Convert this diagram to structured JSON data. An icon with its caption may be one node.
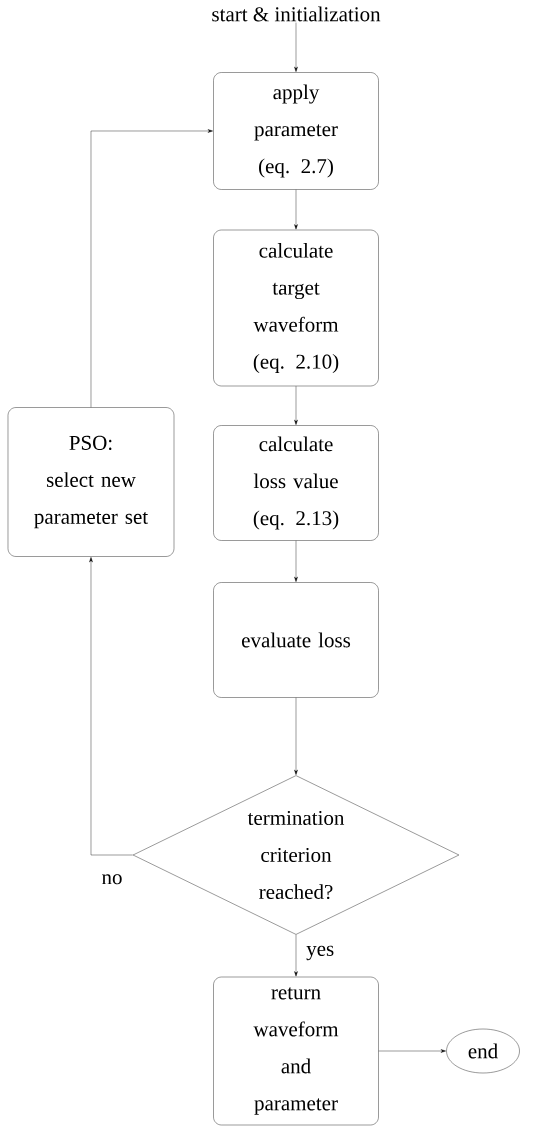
{
  "diagram": {
    "nodes": [
      {
        "text": [
          "start & initialization"
        ]
      },
      {
        "text": [
          "apply parameter (eq. 2.7)"
        ]
      },
      {
        "text": [
          "calculate target waveform (eq. 2.10)"
        ]
      },
      {
        "text": [
          "calculate loss value (eq. 2.13)"
        ]
      },
      {
        "text": [
          "evaluate loss"
        ]
      },
      {
        "text": [
          "termination criterion reached?"
        ]
      },
      {
        "text": [
          "PSO: select new parameter set"
        ]
      },
      {
        "text": [
          "return waveform and parameter"
        ]
      },
      {
        "text": [
          "end"
        ]
      }
    ],
    "edges": [
      {
        "from": 0,
        "to": 1,
        "arrow": "to"
      },
      {
        "from": 1,
        "to": 2,
        "arrow": "to"
      },
      {
        "from": 2,
        "to": 3,
        "arrow": "to"
      },
      {
        "from": 3,
        "to": 4,
        "arrow": "to"
      },
      {
        "from": 4,
        "to": 5,
        "arrow": "to"
      },
      {
        "from": 5,
        "to": 7,
        "arrow": "to",
        "label": "yes"
      },
      {
        "from": 7,
        "to": 8,
        "arrow": "to"
      },
      {
        "from": 5,
        "to": 6,
        "arrow": "to",
        "label": "no"
      },
      {
        "from": 6,
        "to": 1,
        "arrow": "to"
      }
    ]
  }
}
